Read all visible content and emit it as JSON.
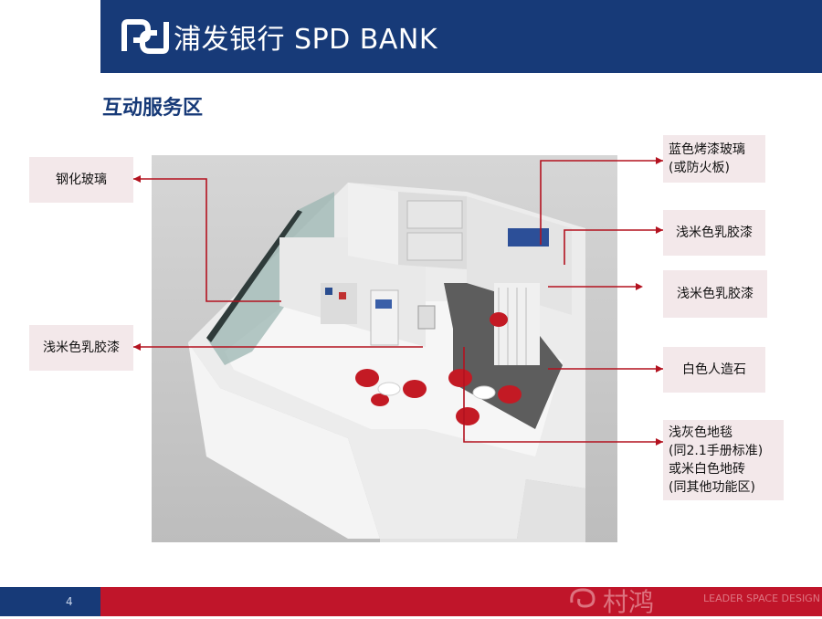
{
  "header": {
    "brand_text": "浦发银行 SPD BANK",
    "color": "#173a78"
  },
  "page": {
    "title": "互动服务区"
  },
  "labels": {
    "tempered_glass": "钢化玻璃",
    "beige_latex_left": "浅米色乳胶漆",
    "blue_glass_line1": "蓝色烤漆玻璃",
    "blue_glass_line2": "(或防火板)",
    "beige_latex_right1": "浅米色乳胶漆",
    "beige_latex_right2": "浅米色乳胶漆",
    "white_stone": "白色人造石",
    "floor_line1": "浅灰色地毯",
    "floor_line2": "(同2.1手册标准)",
    "floor_line3": "或米白色地砖",
    "floor_line4": "(同其他功能区)"
  },
  "footer": {
    "page_number": "4",
    "watermark_cn": "村鸿",
    "watermark_en": "LEADER SPACE DESIGN",
    "accent": "#c0152a"
  },
  "colors": {
    "callout_line": "#b3121f",
    "label_bg": "#f3e8ea"
  }
}
